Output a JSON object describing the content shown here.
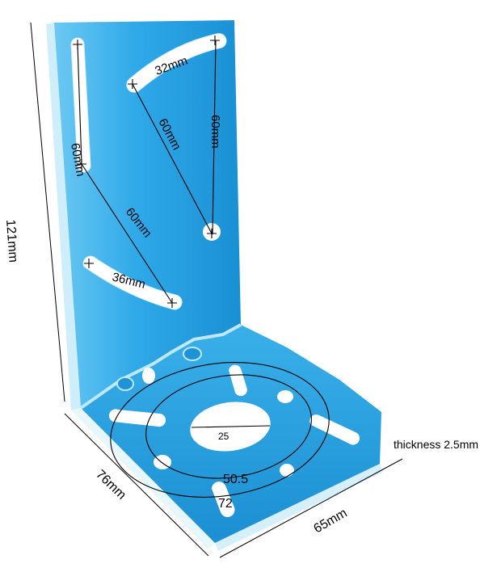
{
  "labels": {
    "height": "121mm",
    "slot_arc_upper": "32mm",
    "slot_arc_lower": "36mm",
    "upper_diag": "60mm",
    "upper_vertical": "60mm",
    "left_vertical": "60mm",
    "lower_diag": "60mm",
    "center_hole": "25",
    "mid_circle": "50.5",
    "outer_circle": "72",
    "base_depth": "76mm",
    "base_width": "65mm",
    "thickness": "thickness 2.5mm"
  },
  "colors": {
    "bracket_blue": "#2aa6e6",
    "bracket_blue_dark": "#1487c8",
    "edge_light": "#dff3fd",
    "background": "#ffffff"
  }
}
